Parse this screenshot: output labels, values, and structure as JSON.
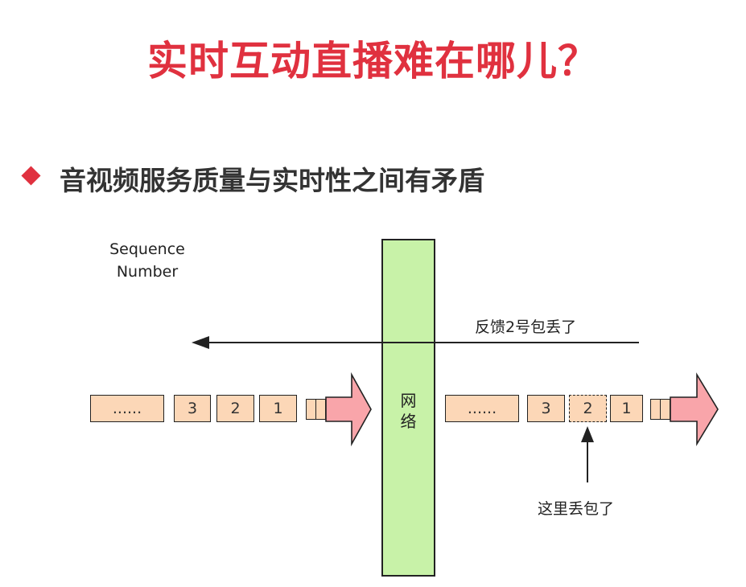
{
  "title": "实时互动直播难在哪儿？",
  "bullet": "音视频服务质量与实时性之间有矛盾",
  "sequence_label_line1": "Sequence",
  "sequence_label_line2": "Number",
  "network_label_line1": "网",
  "network_label_line2": "络",
  "feedback_label": "反馈2号包丢了",
  "loss_label": "这里丢包了",
  "left_packets": [
    "......",
    "3",
    "2",
    "1"
  ],
  "right_packets": [
    "......",
    "3",
    "2",
    "1"
  ],
  "lost_packet_index": 2,
  "colors": {
    "title": "#e0313f",
    "bullet_diamond": "#e0313f",
    "packet_fill": "#fcd7b7",
    "flow_arrow_fill": "#f9a5aa",
    "network_fill": "#c8f2a8",
    "line": "#222222"
  }
}
